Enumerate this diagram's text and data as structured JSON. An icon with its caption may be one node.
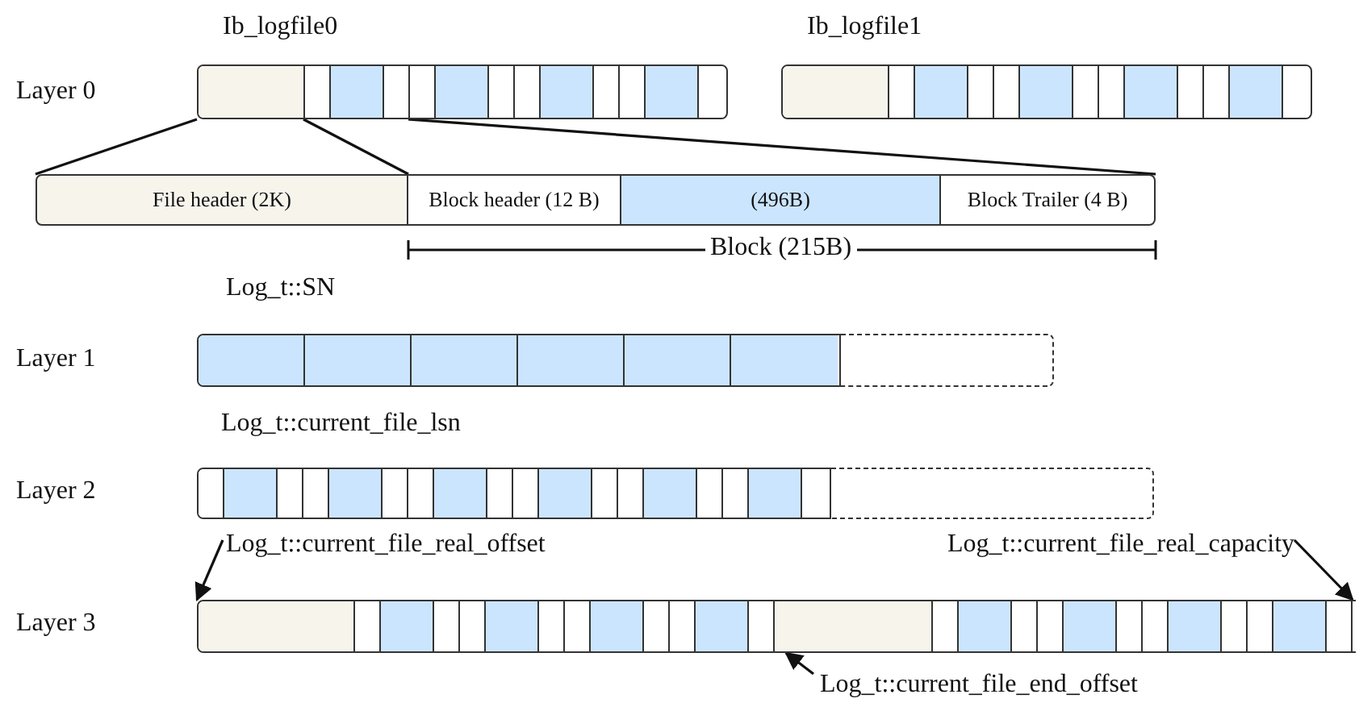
{
  "diagram": {
    "nodes": [
      {
        "text": [
          "Ib_logfile0"
        ]
      },
      {
        "text": [
          "Ib_logfile1"
        ]
      },
      {
        "text": [
          "File header (2K)"
        ]
      },
      {
        "text": [
          "Block header (12 B)"
        ]
      },
      {
        "text": [
          "(496B)"
        ]
      },
      {
        "text": [
          "Block Trailer (4 B)"
        ]
      },
      {
        "text": [
          "Log_t::SN"
        ]
      },
      {
        "text": [
          "Log_t::current_file_lsn"
        ]
      },
      {
        "text": [
          "Log_t::current_file_real_offset"
        ]
      },
      {
        "text": [
          "Log_t::current_file_real_capacity"
        ]
      },
      {
        "text": [],
        "shape": "bar"
      },
      {
        "text": [
          "Log_t::current_file_end_offset"
        ]
      }
    ],
    "edges": [
      {
        "from": 0,
        "to": 2,
        "arrow": "none"
      },
      {
        "from": 0,
        "to": 3,
        "arrow": "none"
      },
      {
        "from": 0,
        "to": 5,
        "arrow": "none"
      },
      {
        "from": 8,
        "to": 10,
        "arrow": "to"
      },
      {
        "from": 9,
        "to": 10,
        "arrow": "to"
      },
      {
        "from": 11,
        "to": 10,
        "arrow": "to"
      }
    ],
    "labels": [
      "Layer 0",
      "Block (215B)",
      "Layer 1",
      "Layer 2",
      "Layer 3"
    ]
  }
}
